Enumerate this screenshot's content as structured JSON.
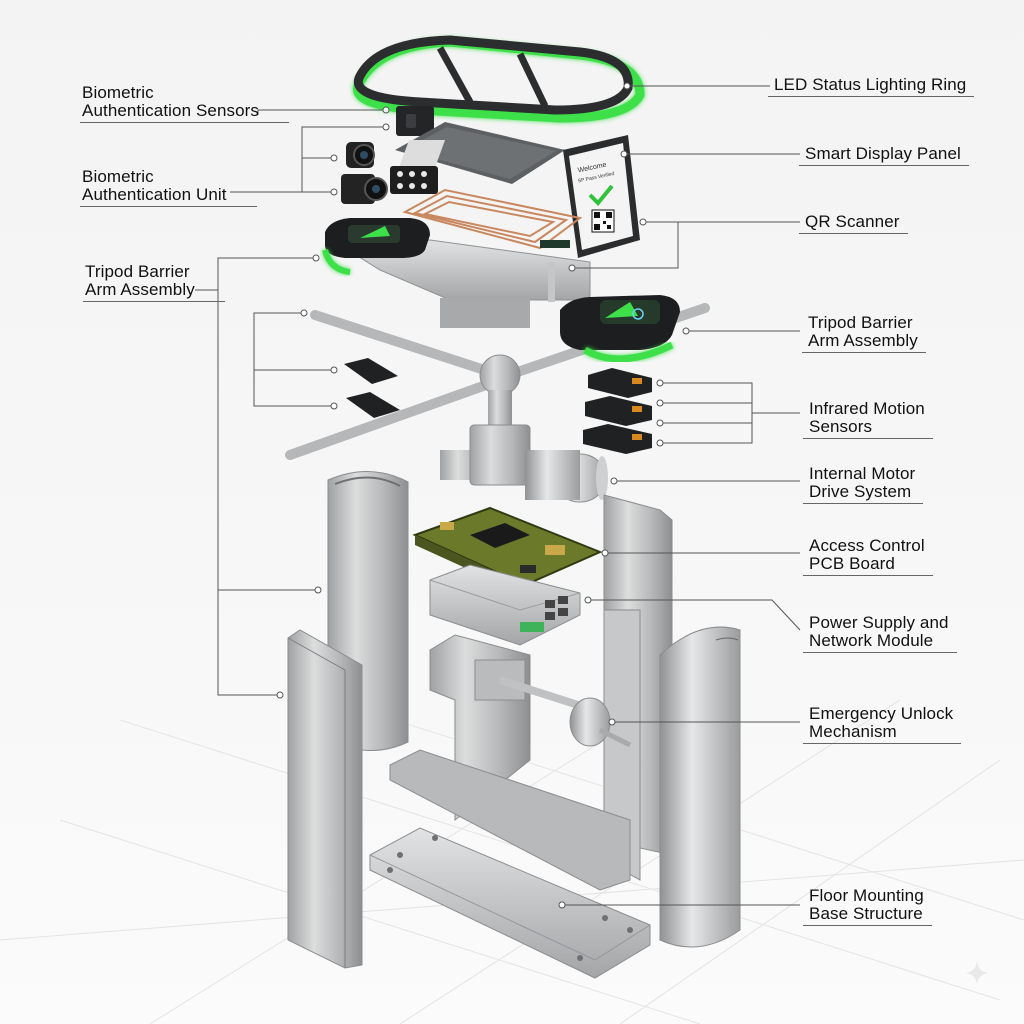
{
  "labels": {
    "led_ring": "LED Status Lighting Ring",
    "display_panel": "Smart Display Panel",
    "qr_scanner": "QR Scanner",
    "tripod_right": [
      "Tripod Barrier",
      "Arm Assembly"
    ],
    "infrared": [
      "Infrared Motion",
      "Sensors"
    ],
    "motor": [
      "Internal Motor",
      "Drive System"
    ],
    "pcb": [
      "Access Control",
      "PCB Board"
    ],
    "power": [
      "Power Supply and",
      "Network Module"
    ],
    "emergency": [
      "Emergency Unlock",
      "Mechanism"
    ],
    "base": [
      "Floor Mounting",
      "Base Structure"
    ],
    "bio_sensors": [
      "Biometric",
      "Authentication Sensors"
    ],
    "bio_unit": [
      "Biometric",
      "Authentication Unit"
    ],
    "tripod_left": [
      "Tripod Barrier",
      "Arm Assembly"
    ]
  },
  "screen": {
    "welcome": "Welcome",
    "subtitle": "SP Pass Verified"
  },
  "colors": {
    "led_green": "#3ee04a",
    "metal_light": "#d9dadb",
    "metal_mid": "#b8babc",
    "metal_dark": "#8a8c8e",
    "pcb_green": "#6b7a2a",
    "pcb_gold": "#c9a84a",
    "panel_black": "#1d1f20"
  },
  "icons": [
    "sparkle-icon",
    "checkmark-icon",
    "qr-code-icon"
  ]
}
